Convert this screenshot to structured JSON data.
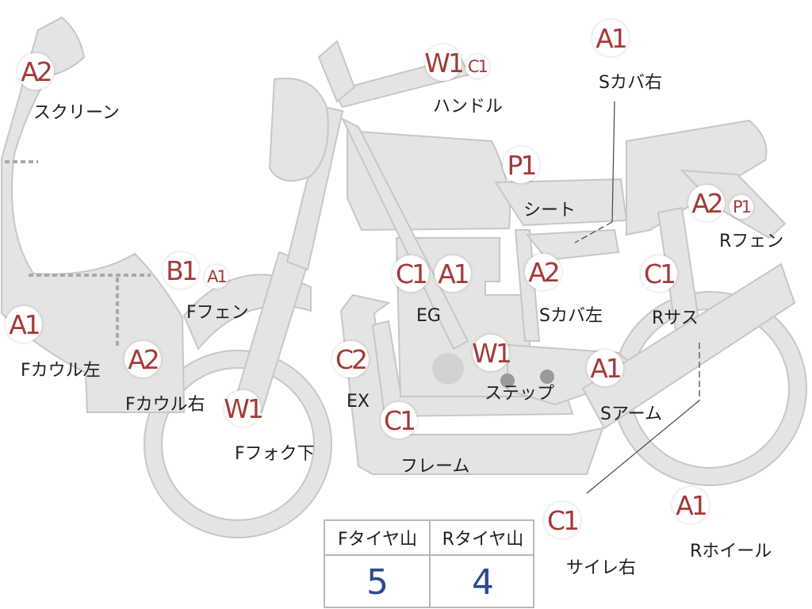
{
  "colors": {
    "part_fill": "#e4e4e2",
    "part_stroke": "#c7c7c5",
    "grade_text": "#a33a38",
    "label_text": "#1e1e1e",
    "table_value": "#2c4a8f"
  },
  "parts": {
    "screen": {
      "grade": "A2",
      "label": "スクリーン"
    },
    "f_cowl_left": {
      "grade": "A1",
      "label": "Fカウル左"
    },
    "f_cowl_right": {
      "grade": "A2",
      "label": "Fカウル右"
    },
    "f_fender": {
      "grade": "B1",
      "grade2": "A1",
      "label": "Fフェン"
    },
    "f_fork": {
      "grade": "W1",
      "label": "Fフォク下"
    },
    "handle": {
      "grade": "W1",
      "grade2": "C1",
      "label": "ハンドル"
    },
    "side_cover_right": {
      "grade": "A1",
      "label": "Sカバ右"
    },
    "seat": {
      "grade": "P1",
      "label": "シート"
    },
    "r_fender": {
      "grade": "A2",
      "grade2": "P1",
      "label": "Rフェン"
    },
    "engine": {
      "grade": "C1",
      "grade2": "A1",
      "label": "EG"
    },
    "side_cover_left": {
      "grade": "A2",
      "label": "Sカバ左"
    },
    "r_suspension": {
      "grade": "C1",
      "label": "Rサス"
    },
    "exhaust": {
      "grade": "C2",
      "label": "EX"
    },
    "step": {
      "grade": "W1",
      "label": "ステップ"
    },
    "swing_arm": {
      "grade": "A1",
      "label": "Sアーム"
    },
    "frame": {
      "grade": "C1",
      "label": "フレーム"
    },
    "silencer_right": {
      "grade": "C1",
      "label": "サイレ右"
    },
    "r_wheel": {
      "grade": "A1",
      "label": "Rホイール"
    }
  },
  "tire_table": {
    "headers": [
      "Fタイヤ山",
      "Rタイヤ山"
    ],
    "values": [
      "5",
      "4"
    ]
  }
}
